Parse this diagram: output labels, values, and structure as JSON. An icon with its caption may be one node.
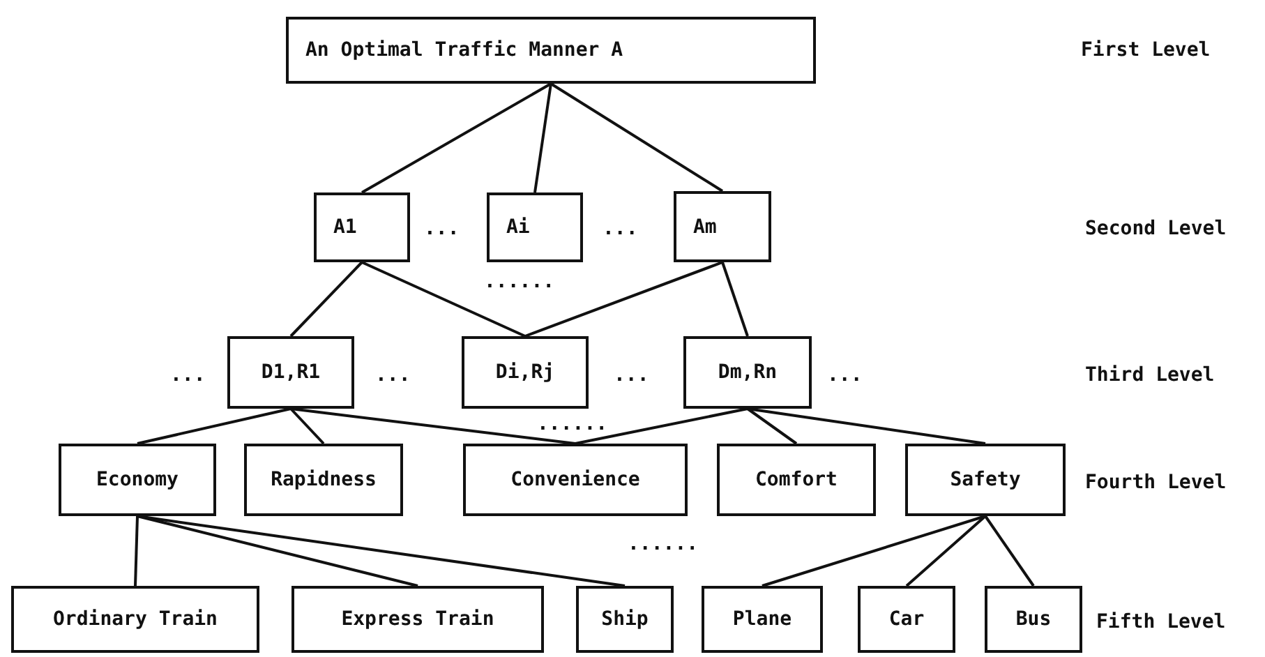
{
  "diagram": {
    "nodes": [
      {
        "text": [
          "An Optimal Traffic Manner A"
        ]
      },
      {
        "text": [
          "A1"
        ]
      },
      {
        "text": [
          "Ai"
        ]
      },
      {
        "text": [
          "Am"
        ]
      },
      {
        "text": [
          "D1,R1"
        ]
      },
      {
        "text": [
          "Di,Rj"
        ]
      },
      {
        "text": [
          "Dm,Rn"
        ]
      },
      {
        "text": [
          "Economy"
        ]
      },
      {
        "text": [
          "Rapidness"
        ]
      },
      {
        "text": [
          "Convenience"
        ]
      },
      {
        "text": [
          "Comfort"
        ]
      },
      {
        "text": [
          "Safety"
        ]
      },
      {
        "text": [
          "Ordinary Train"
        ]
      },
      {
        "text": [
          "Express Train"
        ]
      },
      {
        "text": [
          "Ship"
        ]
      },
      {
        "text": [
          "Plane"
        ]
      },
      {
        "text": [
          "Car"
        ]
      },
      {
        "text": [
          "Bus"
        ]
      }
    ],
    "edges": [
      {
        "from": 0,
        "to": 1,
        "arrow": "none"
      },
      {
        "from": 0,
        "to": 2,
        "arrow": "none"
      },
      {
        "from": 0,
        "to": 3,
        "arrow": "none"
      },
      {
        "from": 1,
        "to": 4,
        "arrow": "none"
      },
      {
        "from": 1,
        "to": 5,
        "arrow": "none"
      },
      {
        "from": 3,
        "to": 5,
        "arrow": "none"
      },
      {
        "from": 3,
        "to": 6,
        "arrow": "none"
      },
      {
        "from": 4,
        "to": 7,
        "arrow": "none"
      },
      {
        "from": 4,
        "to": 8,
        "arrow": "none"
      },
      {
        "from": 4,
        "to": 9,
        "arrow": "none"
      },
      {
        "from": 6,
        "to": 9,
        "arrow": "none"
      },
      {
        "from": 6,
        "to": 10,
        "arrow": "none"
      },
      {
        "from": 6,
        "to": 11,
        "arrow": "none"
      },
      {
        "from": 7,
        "to": 12,
        "arrow": "none"
      },
      {
        "from": 7,
        "to": 13,
        "arrow": "none"
      },
      {
        "from": 7,
        "to": 14,
        "arrow": "none"
      },
      {
        "from": 11,
        "to": 15,
        "arrow": "none"
      },
      {
        "from": 11,
        "to": 16,
        "arrow": "none"
      },
      {
        "from": 11,
        "to": 17,
        "arrow": "none"
      }
    ],
    "labels": [
      "First Level",
      "...",
      "...",
      "Second Level",
      "......",
      "...",
      "...",
      "...",
      "...",
      "Third Level",
      "......",
      "Fourth Level",
      "......",
      "Fifth Level"
    ]
  }
}
